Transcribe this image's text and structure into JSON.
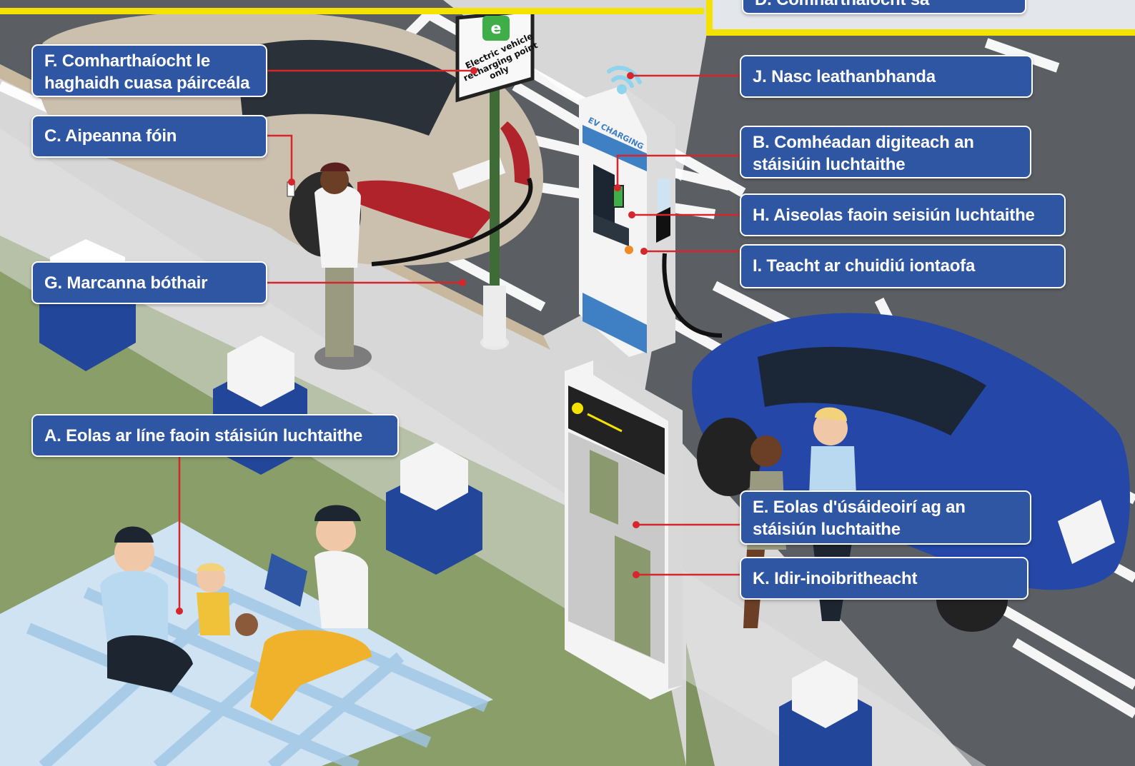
{
  "colors": {
    "label_bg": "#2f56a3",
    "label_text": "#ffffff",
    "leader_line": "#d6262b",
    "frame_yellow": "#f4e300",
    "asphalt": "#5b5f63",
    "pavement": "#d7d7d7",
    "grass": "#8a9e6a",
    "blue_car": "#2447a8",
    "beige_car": "#cbbfae"
  },
  "labels": {
    "f": "F. Comharthaíocht le\nhaghaidh cuasa páirceála",
    "c": "C. Aipeanna fóin",
    "g": "G. Marcanna bóthair",
    "a": "A. Eolas ar líne faoin stáisiún luchtaithe",
    "j": "J. Nasc leathanbhanda",
    "b": "B. Comhéadan digiteach an\nstáisiúin luchtaithe",
    "h": "H. Aiseolas faoin seisiún luchtaithe",
    "i": "I.  Teacht ar chuidiú iontaofa",
    "e": "E. Eolas d'úsáideoirí ag an\nstáisiún luchtaithe",
    "k": "K. Idir-inoibritheacht",
    "d_partial": "D. Comharthaíocht sa"
  },
  "sign": {
    "line1": "Electric vehicle",
    "line2": "recharging point",
    "line3": "only"
  },
  "charger_text": "EV CHARGING"
}
